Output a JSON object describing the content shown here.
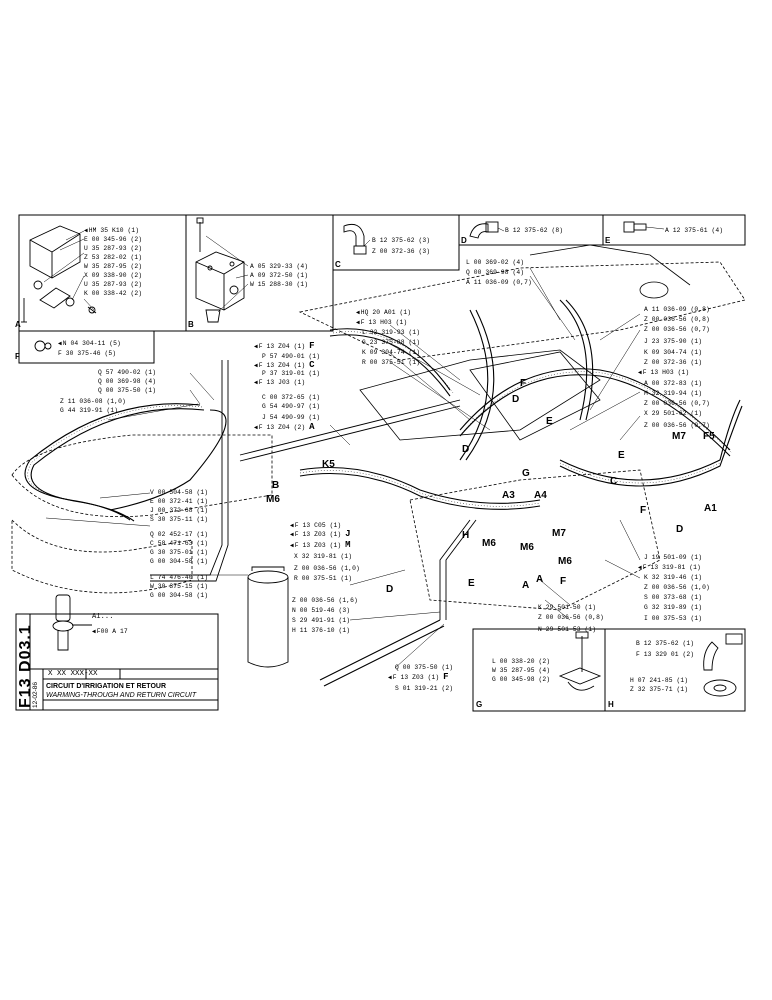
{
  "sheet": {
    "code": "F13 D03.1",
    "date": "12-02-86",
    "part_number": "X XX XXX-XX",
    "title_fr": "CIRCUIT D'IRRIGATION ET RETOUR",
    "title_en": "WARMING-THROUGH AND RETURN CIRCUIT"
  },
  "detail_boxes": [
    {
      "letter": "A",
      "labels": [
        "HM 35 K10 (1)",
        "E 00 345-96 (2)",
        "U 35 287-93 (2)",
        "Z 53 282-02 (1)",
        "W 35 287-95 (2)",
        "X 09 338-90 (2)",
        "U 35 287-93 (2)",
        "K 00 338-42 (2)"
      ]
    },
    {
      "letter": "B",
      "labels": [
        "A 05 329-33 (4)",
        "A 09 372-50 (1)",
        "W 15 288-30 (1)"
      ]
    },
    {
      "letter": "C",
      "labels": [
        "B 12 375-62 (3)",
        "Z 00 372-36 (3)"
      ]
    },
    {
      "letter": "D",
      "labels": [
        "B 12 375-62 (8)"
      ]
    },
    {
      "letter": "E",
      "labels": [
        "A 12 375-61 (4)"
      ]
    },
    {
      "letter": "F",
      "labels": [
        "N 04 304-11 (5)",
        "F 30 375-46 (5)"
      ]
    },
    {
      "letter": "G",
      "labels": [
        "L 00 338-20 (2)",
        "W 35 287-95 (4)",
        "G 00 345-98 (2)"
      ]
    },
    {
      "letter": "H",
      "labels": [
        "B 12 375-62 (1)",
        "F 13 329 01 (2)",
        "H 07 241-85 (1)",
        "Z 32 375-71 (1)"
      ]
    }
  ],
  "left_labels": [
    "Q 57 490-02 (1)",
    "Q 00 369-98 (4)",
    "Q 00 375-50 (1)",
    "Z 11 036-08 (1,0)",
    "G 44 319-91 (1)",
    "V 00 504-58 (1)",
    "E 00 372-41 (1)",
    "J 00 372-68 (1)",
    "S 30 375-11 (1)",
    "Q 02 452-17 (1)",
    "C 58 471-63 (1)",
    "G 30 375-01 (1)",
    "G 00 304-58 (1)",
    "L 74 476-40 (1)",
    "W 30 375-15 (1)",
    "G 00 304-58 (1)"
  ],
  "center_left_labels": [
    {
      "text": "F 13 Z04 (1)",
      "suffix": "F"
    },
    {
      "text": "P 57 490-01 (1)",
      "suffix": ""
    },
    {
      "text": "F 13 Z04 (1)",
      "suffix": "C"
    },
    {
      "text": "F 13 J03 (1)",
      "suffix": ""
    },
    {
      "text": "P 37 319-01 (1)",
      "suffix": ""
    },
    {
      "text": "C 00 372-65 (1)",
      "suffix": ""
    },
    {
      "text": "G 54 490-97 (1)",
      "suffix": ""
    },
    {
      "text": "J 54 490-99 (1)",
      "suffix": ""
    },
    {
      "text": "F 13 Z04 (2)",
      "suffix": "A"
    }
  ],
  "center_labels": [
    {
      "text": "F 13 C05 (1)",
      "suffix": ""
    },
    {
      "text": "F 13 Z03 (1)",
      "suffix": "J"
    },
    {
      "text": "F 13 Z03 (1)",
      "suffix": "M"
    },
    {
      "text": "X 32 319-81 (1)",
      "suffix": ""
    },
    {
      "text": "Z 00 036-56 (1,0)",
      "suffix": ""
    },
    {
      "text": "R 00 375-51 (1)",
      "suffix": ""
    },
    {
      "text": "Z 00 036-56 (1,6)",
      "suffix": ""
    },
    {
      "text": "N 00 519-46 (3)",
      "suffix": ""
    },
    {
      "text": "S 29 491-91 (1)",
      "suffix": ""
    },
    {
      "text": "H 11 376-10 (1)",
      "suffix": ""
    },
    {
      "text": "Q 00 375-50 (1)",
      "suffix": ""
    },
    {
      "text": "F 13 Z03 (1)",
      "suffix": "F"
    },
    {
      "text": "S 01 319-21 (2)",
      "suffix": ""
    }
  ],
  "top_center_labels": [
    "HQ 20 A01 (1)",
    "F 13 H03 (1)",
    "L 32 319-93 (1)",
    "G 23 375-88 (1)",
    "K 09 304-74 (1)",
    "R 00 375-51 (1)"
  ],
  "top_right_labels": [
    "L 00 369-02 (4)",
    "Q 00 369-98 (4)",
    "A 11 036-09 (0,7)"
  ],
  "right_labels": [
    "A 11 036-09 (0,8)",
    "Z 00 036-56 (0,8)",
    "Z 00 036-56 (0,7)",
    "J 23 375-90 (1)",
    "K 09 304-74 (1)",
    "Z 00 372-36 (1)",
    "F 13 H03 (1)",
    "A 00 372-83 (1)",
    "M 32 319-94 (1)",
    "Z 00 036-56 (0,7)",
    "X 29 501-62 (1)",
    "Z 00 036-56 (0,7)"
  ],
  "lower_right_labels": [
    "J 19 501-09 (1)",
    "F 13 319-81 (1)",
    "K 32 319-46 (1)",
    "Z 00 036-56 (1,0)",
    "S 00 373-68 (1)",
    "G 32 319-89 (1)",
    "I 00 375-53 (1)"
  ],
  "lower_center_labels": [
    "K 29 501-50 (1)",
    "Z 00 036-56 (0,8)",
    "N 29 501-53 (1)"
  ],
  "a1_detail": {
    "label": "A1...",
    "ref": "F00  A 17"
  },
  "callouts": [
    "K5",
    "B",
    "M6",
    "M7",
    "F5",
    "A1",
    "A3",
    "A4",
    "M6",
    "M6",
    "M7",
    "H",
    "G",
    "C",
    "E",
    "D",
    "D",
    "D",
    "F",
    "F",
    "E",
    "E",
    "D",
    "A",
    "A",
    "M6",
    "F"
  ]
}
